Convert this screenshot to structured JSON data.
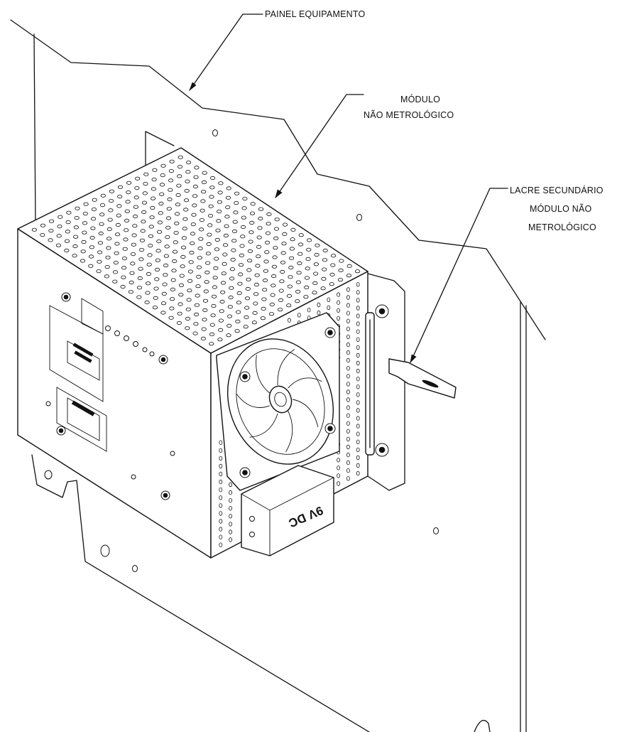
{
  "labels": {
    "panel": "PAINEL EQUIPAMENTO",
    "module_line1": "MÓDULO",
    "module_line2": "NÃO METROLÓGICO",
    "seal_line1": "LACRE SECUNDÁRIO",
    "seal_line2": "MÓDULO NÃO",
    "seal_line3": "METROLÓGICO",
    "psu": "9V DC"
  },
  "colors": {
    "line": "#111111",
    "background": "#ffffff"
  }
}
